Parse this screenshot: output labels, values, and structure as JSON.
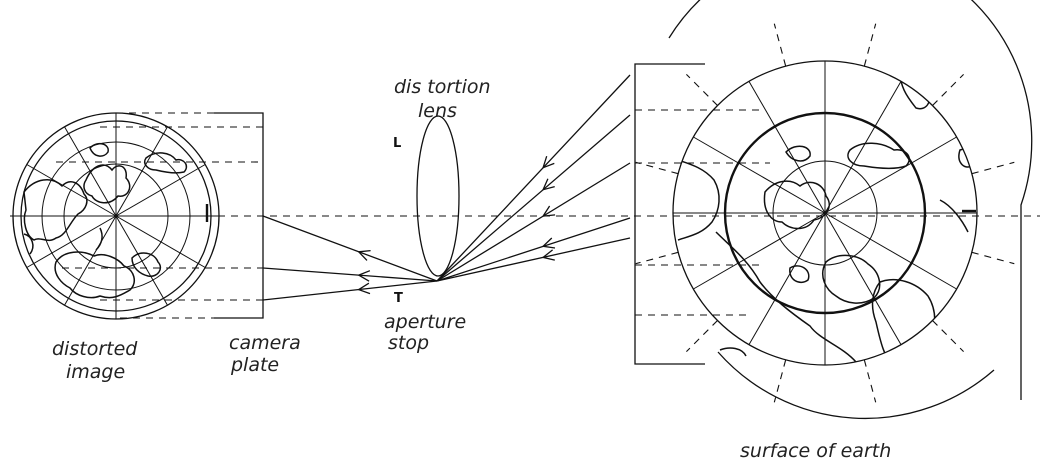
{
  "labels": {
    "lens_line1": "dis tortion",
    "lens_line2": "lens",
    "lens_marker": "L",
    "stop_marker": "T",
    "aperture_line1": "aperture",
    "aperture_line2": "stop",
    "camera_line1": "camera",
    "camera_line2": "plate",
    "image_line1": "distorted",
    "image_line2": "image",
    "earth": "surface of earth"
  }
}
